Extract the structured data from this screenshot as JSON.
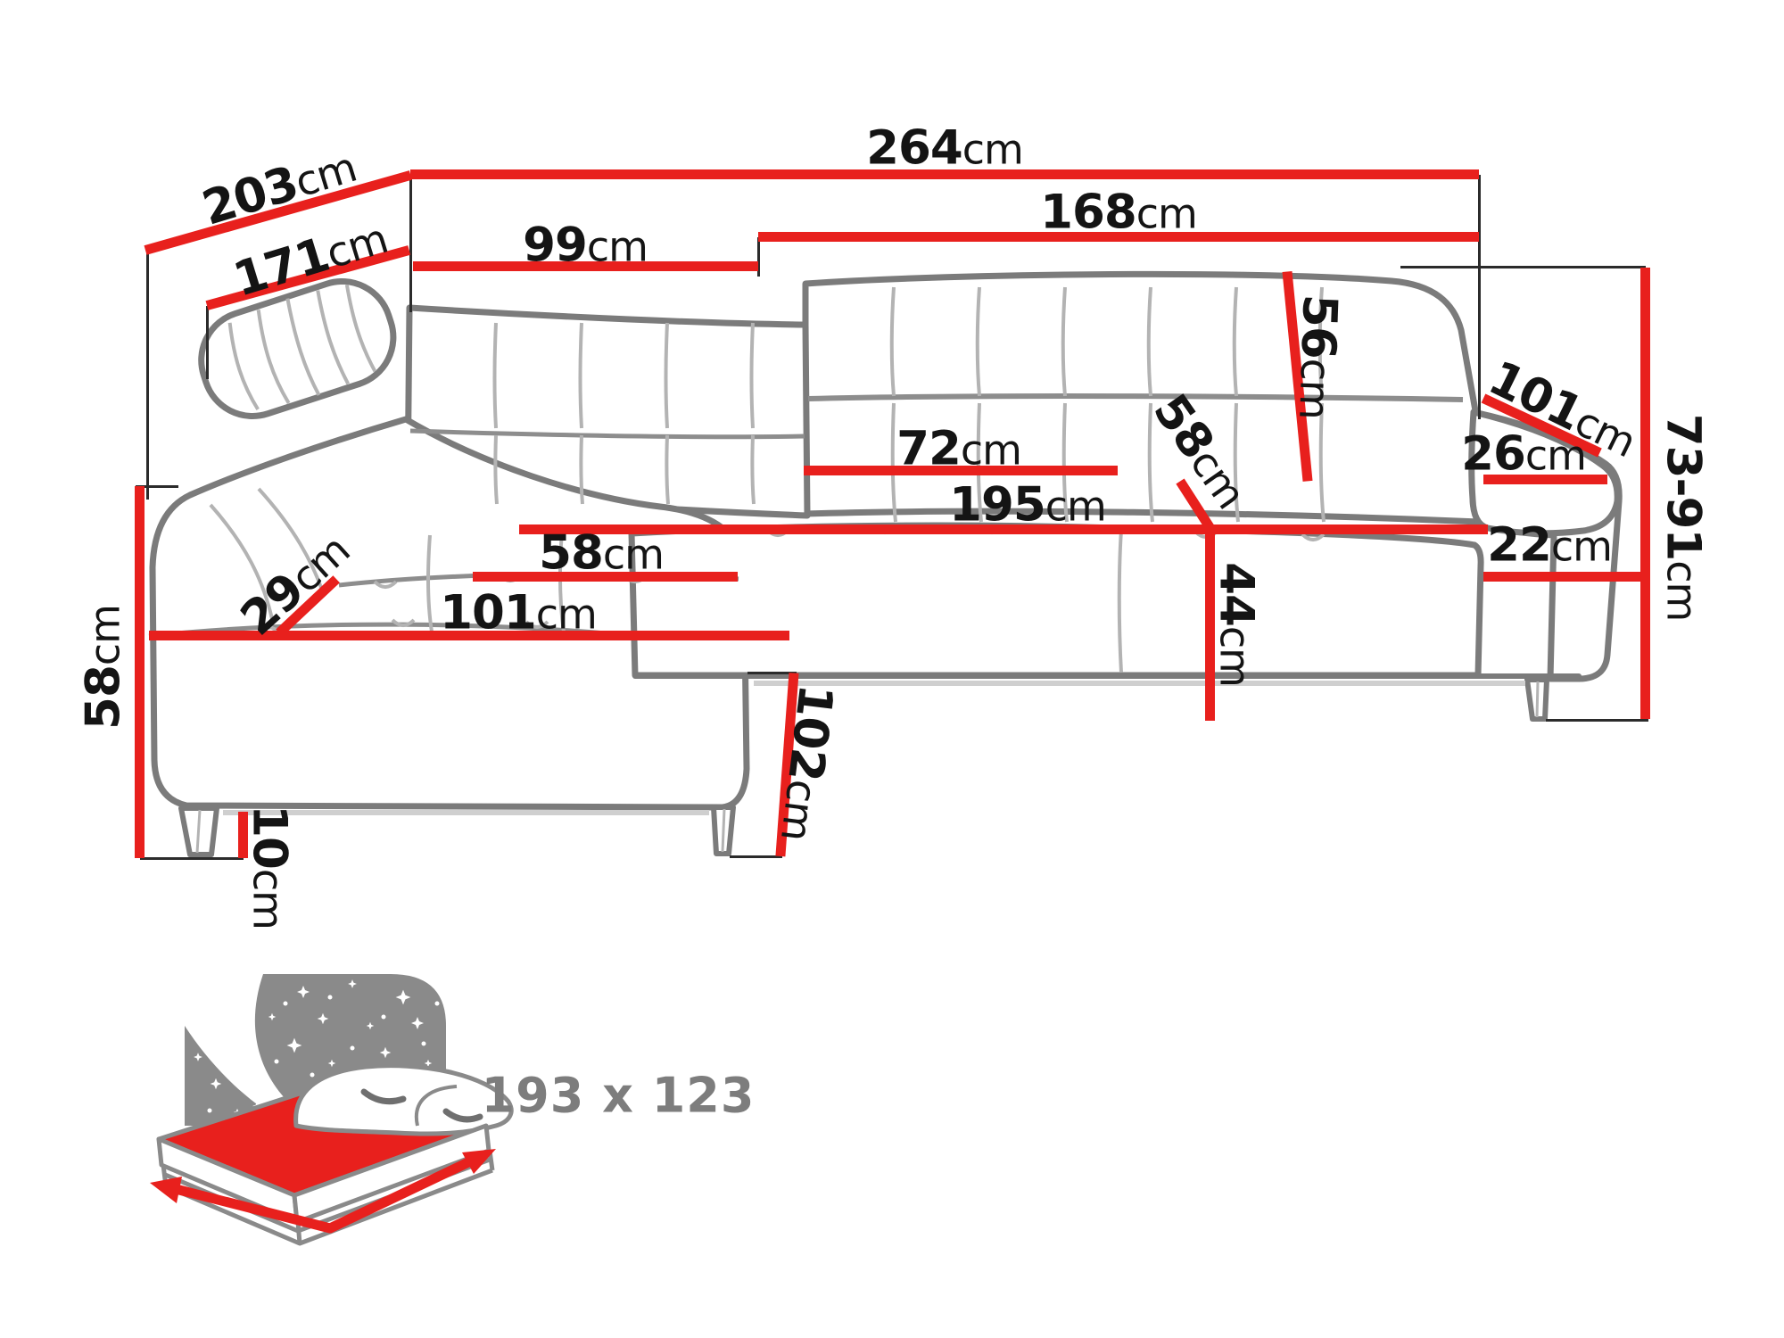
{
  "title": "Corner sofa dimension diagram",
  "units": "cm",
  "colors": {
    "dimension_red": "#e8201d",
    "sofa_outline_gray": "#7b7b7b",
    "helper_line_black": "#2b2b2b",
    "label_text_black": "#141414",
    "bed_icon_gray": "#8a8a8a",
    "bed_text_gray": "#7d7d7d",
    "mattress_red": "#e8201d"
  },
  "dims": {
    "l264": {
      "num": "264",
      "unit": "cm"
    },
    "l203": {
      "num": "203",
      "unit": "cm"
    },
    "l171": {
      "num": "171",
      "unit": "cm"
    },
    "l99": {
      "num": "99",
      "unit": "cm"
    },
    "l168": {
      "num": "168",
      "unit": "cm"
    },
    "l56": {
      "num": "56",
      "unit": "cm"
    },
    "l101arm": {
      "num": "101",
      "unit": "cm"
    },
    "l26": {
      "num": "26",
      "unit": "cm"
    },
    "l7391": {
      "num": "73-91",
      "unit": "cm"
    },
    "l22": {
      "num": "22",
      "unit": "cm"
    },
    "l72": {
      "num": "72",
      "unit": "cm"
    },
    "l58back": {
      "num": "58",
      "unit": "cm"
    },
    "l195": {
      "num": "195",
      "unit": "cm"
    },
    "l44": {
      "num": "44",
      "unit": "cm"
    },
    "l58seat": {
      "num": "58",
      "unit": "cm"
    },
    "l101seat": {
      "num": "101",
      "unit": "cm"
    },
    "l29": {
      "num": "29",
      "unit": "cm"
    },
    "l58side": {
      "num": "58",
      "unit": "cm"
    },
    "l102": {
      "num": "102",
      "unit": "cm"
    },
    "l10": {
      "num": "10",
      "unit": "cm"
    }
  },
  "bed": {
    "size": "193 x 123"
  }
}
